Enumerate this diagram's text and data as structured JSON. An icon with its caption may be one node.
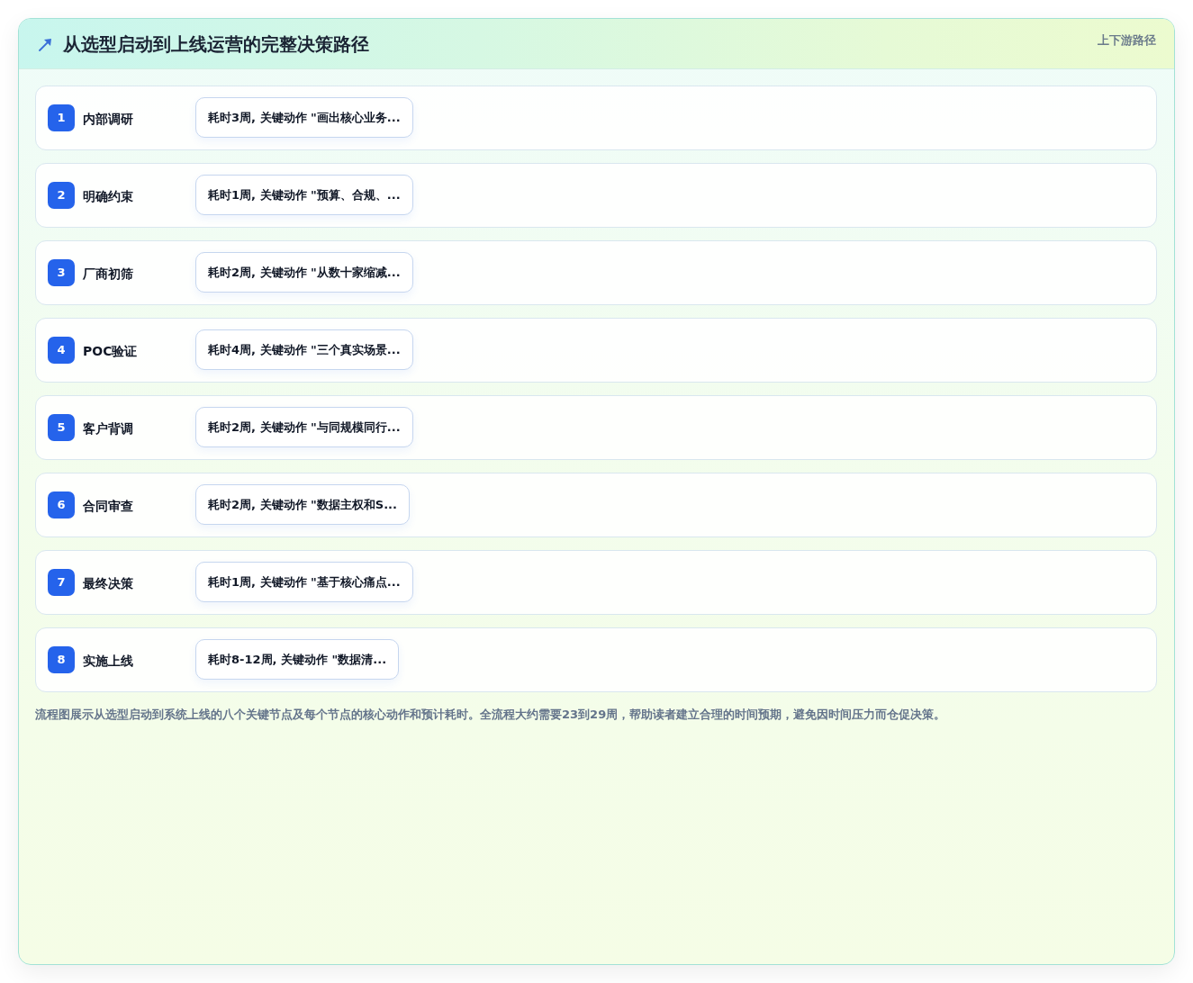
{
  "diagram": {
    "title": "从选型启动到上线运营的完整决策路径",
    "nodes": [
      {
        "text": [
          "内部调研"
        ]
      },
      {
        "text": [
          "1"
        ],
        "in": 0
      },
      {
        "text": [
          "耗时3周, 关键动作 \"画出核心业务..."
        ],
        "in": 0
      },
      {
        "text": [
          "明确约束"
        ]
      },
      {
        "text": [
          "2"
        ],
        "in": 3
      },
      {
        "text": [
          "耗时1周, 关键动作 \"预算、合规、..."
        ],
        "in": 3
      },
      {
        "text": [
          "厂商初筛"
        ]
      },
      {
        "text": [
          "3"
        ],
        "in": 6
      },
      {
        "text": [
          "耗时2周, 关键动作 \"从数十家缩减..."
        ],
        "in": 6
      },
      {
        "text": [
          "POC验证"
        ]
      },
      {
        "text": [
          "4"
        ],
        "in": 9
      },
      {
        "text": [
          "耗时4周, 关键动作 \"三个真实场景..."
        ],
        "in": 9
      },
      {
        "text": [
          "客户背调"
        ]
      },
      {
        "text": [
          "5"
        ],
        "in": 12
      },
      {
        "text": [
          "耗时2周, 关键动作 \"与同规模同行..."
        ],
        "in": 12
      },
      {
        "text": [
          "合同审查"
        ]
      },
      {
        "text": [
          "6"
        ],
        "in": 15
      },
      {
        "text": [
          "耗时2周, 关键动作 \"数据主权和S..."
        ],
        "in": 15
      },
      {
        "text": [
          "最终决策"
        ]
      },
      {
        "text": [
          "7"
        ],
        "in": 18
      },
      {
        "text": [
          "耗时1周, 关键动作 \"基于核心痛点..."
        ],
        "in": 18
      },
      {
        "text": [
          "实施上线"
        ]
      },
      {
        "text": [
          "8"
        ],
        "in": 21
      },
      {
        "text": [
          "耗时8-12周, 关键动作 \"数据清..."
        ],
        "in": 21
      }
    ],
    "labels": [
      "上下游路径"
    ],
    "caption": "流程图展示从选型启动到系统上线的八个关键节点及每个节点的核心动作和预计耗时。全流程大约需要23到29周，帮助读者建立合理的时间预期，避免因时间压力而仓促决策。"
  }
}
